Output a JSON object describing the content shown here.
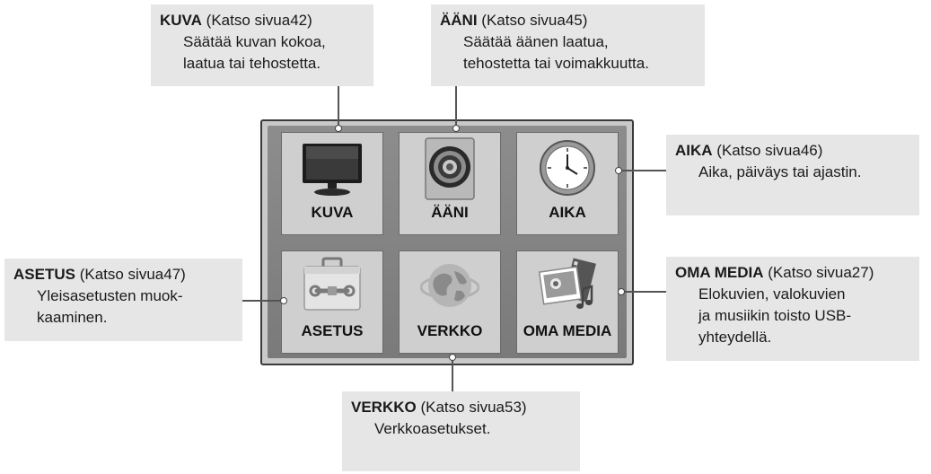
{
  "callouts": {
    "kuva": {
      "title": "KUVA",
      "ref": "(Katso sivua42)",
      "lines": [
        "Säätää kuvan kokoa,",
        "laatua tai tehostetta."
      ]
    },
    "aani": {
      "title": "ÄÄNI",
      "ref": "(Katso sivua45)",
      "lines": [
        "Säätää äänen laatua,",
        "tehostetta tai voimakkuutta."
      ]
    },
    "aika": {
      "title": "AIKA",
      "ref": "(Katso sivua46)",
      "lines": [
        "Aika, päiväys tai ajastin."
      ]
    },
    "asetus": {
      "title": "ASETUS",
      "ref": "(Katso sivua47)",
      "lines": [
        "Yleisasetusten muok-",
        "kaaminen."
      ]
    },
    "oma_media": {
      "title": "OMA MEDIA",
      "ref": "(Katso sivua27)",
      "lines": [
        "Elokuvien, valokuvien",
        "ja musiikin toisto USB-",
        "yhteydellä."
      ]
    },
    "verkko": {
      "title": "VERKKO",
      "ref": "(Katso sivua53)",
      "lines": [
        "Verkkoasetukset."
      ]
    }
  },
  "menu": {
    "tiles": [
      {
        "label": "KUVA",
        "icon": "tv-icon"
      },
      {
        "label": "ÄÄNI",
        "icon": "speaker-icon"
      },
      {
        "label": "AIKA",
        "icon": "clock-icon"
      },
      {
        "label": "ASETUS",
        "icon": "toolbox-icon"
      },
      {
        "label": "VERKKO",
        "icon": "globe-icon"
      },
      {
        "label": "OMA MEDIA",
        "icon": "media-icon"
      }
    ]
  }
}
